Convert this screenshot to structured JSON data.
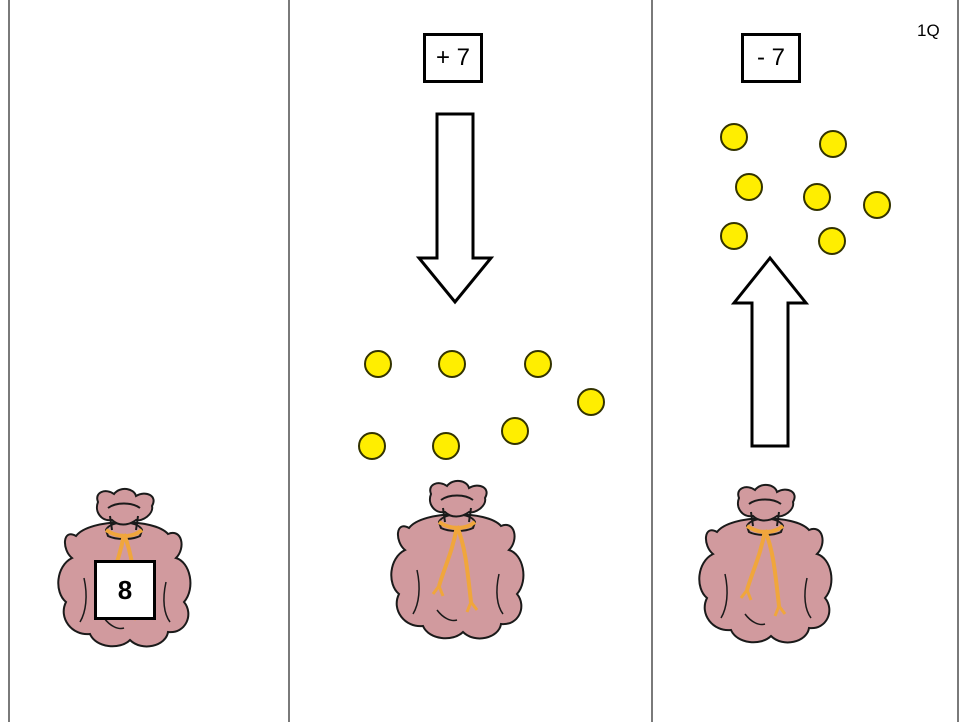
{
  "question_id": "1Q",
  "panels": [
    {
      "bag_label": "8"
    },
    {
      "operation": "+ 7",
      "coins": 7,
      "arrow": "down"
    },
    {
      "operation": "- 7",
      "coins": 7,
      "arrow": "up"
    }
  ],
  "colors": {
    "coin_fill": "#ffee00",
    "coin_stroke": "#333300",
    "bag_fill": "#d19a9e",
    "bag_stroke": "#1a1a1a",
    "rope": "#f0a63c",
    "divider": "#7a7a7a"
  }
}
